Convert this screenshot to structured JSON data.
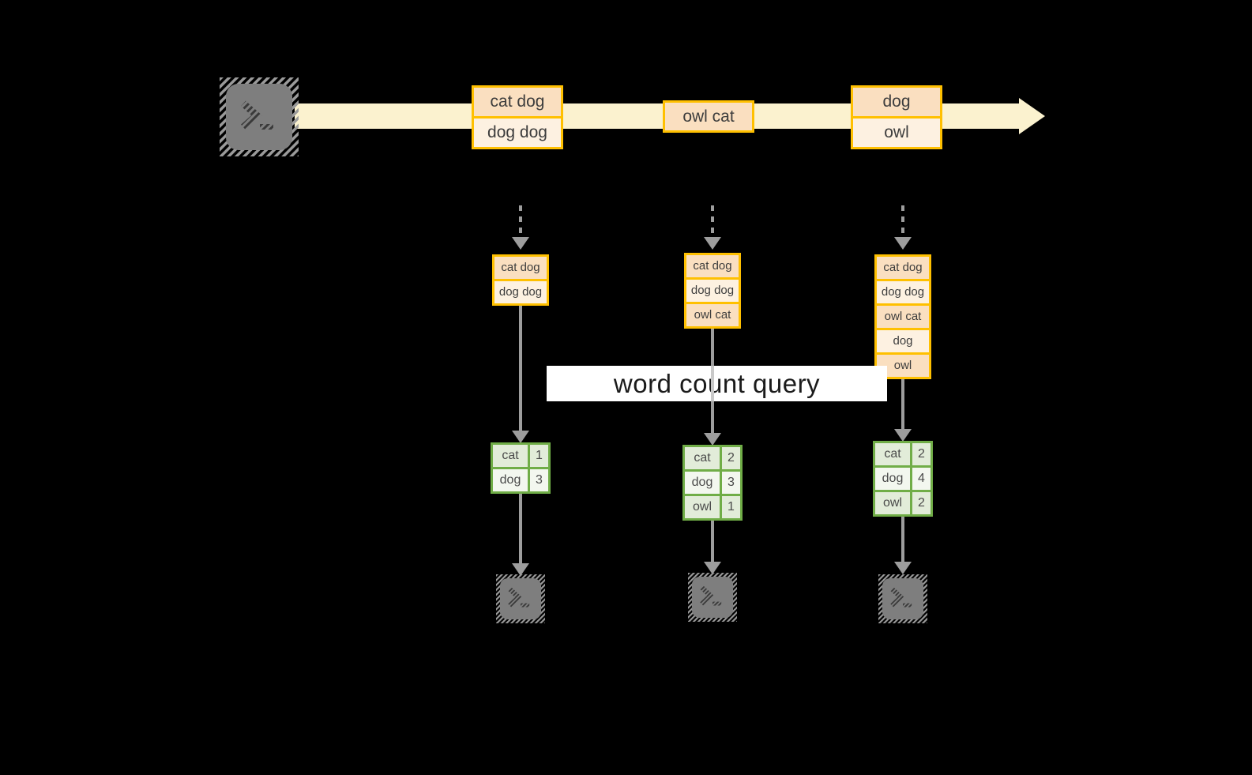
{
  "diagram": {
    "query_label": "word count query",
    "source_icon": "terminal-icon",
    "sink_icon": "terminal-icon",
    "stream_events": [
      {
        "rows": [
          "cat dog",
          "dog dog"
        ]
      },
      {
        "rows": [
          "owl cat"
        ]
      },
      {
        "rows": [
          "dog",
          "owl"
        ]
      }
    ],
    "stages": [
      {
        "buffer": [
          "cat dog",
          "dog dog"
        ],
        "counts": [
          {
            "word": "cat",
            "count": "1"
          },
          {
            "word": "dog",
            "count": "3"
          }
        ]
      },
      {
        "buffer": [
          "cat dog",
          "dog dog",
          "owl cat"
        ],
        "counts": [
          {
            "word": "cat",
            "count": "2"
          },
          {
            "word": "dog",
            "count": "3"
          },
          {
            "word": "owl",
            "count": "1"
          }
        ]
      },
      {
        "buffer": [
          "cat dog",
          "dog dog",
          "owl cat",
          "dog",
          "owl"
        ],
        "counts": [
          {
            "word": "cat",
            "count": "2"
          },
          {
            "word": "dog",
            "count": "4"
          },
          {
            "word": "owl",
            "count": "2"
          }
        ]
      }
    ],
    "colors": {
      "background": "#000000",
      "stream_band": "#FBF2CF",
      "event_border": "#FFC000",
      "event_fill_dark": "#FADFC0",
      "event_fill_light": "#FDF1E1",
      "count_border": "#70AD47",
      "count_fill_dark": "#E2ECD9",
      "count_fill_light": "#F3F7EF",
      "arrow_gray": "#9D9D9D",
      "terminal_gray": "#7E7E7E",
      "query_band_bg": "#FFFFFF",
      "text_dark": "#3D3D3D"
    }
  }
}
